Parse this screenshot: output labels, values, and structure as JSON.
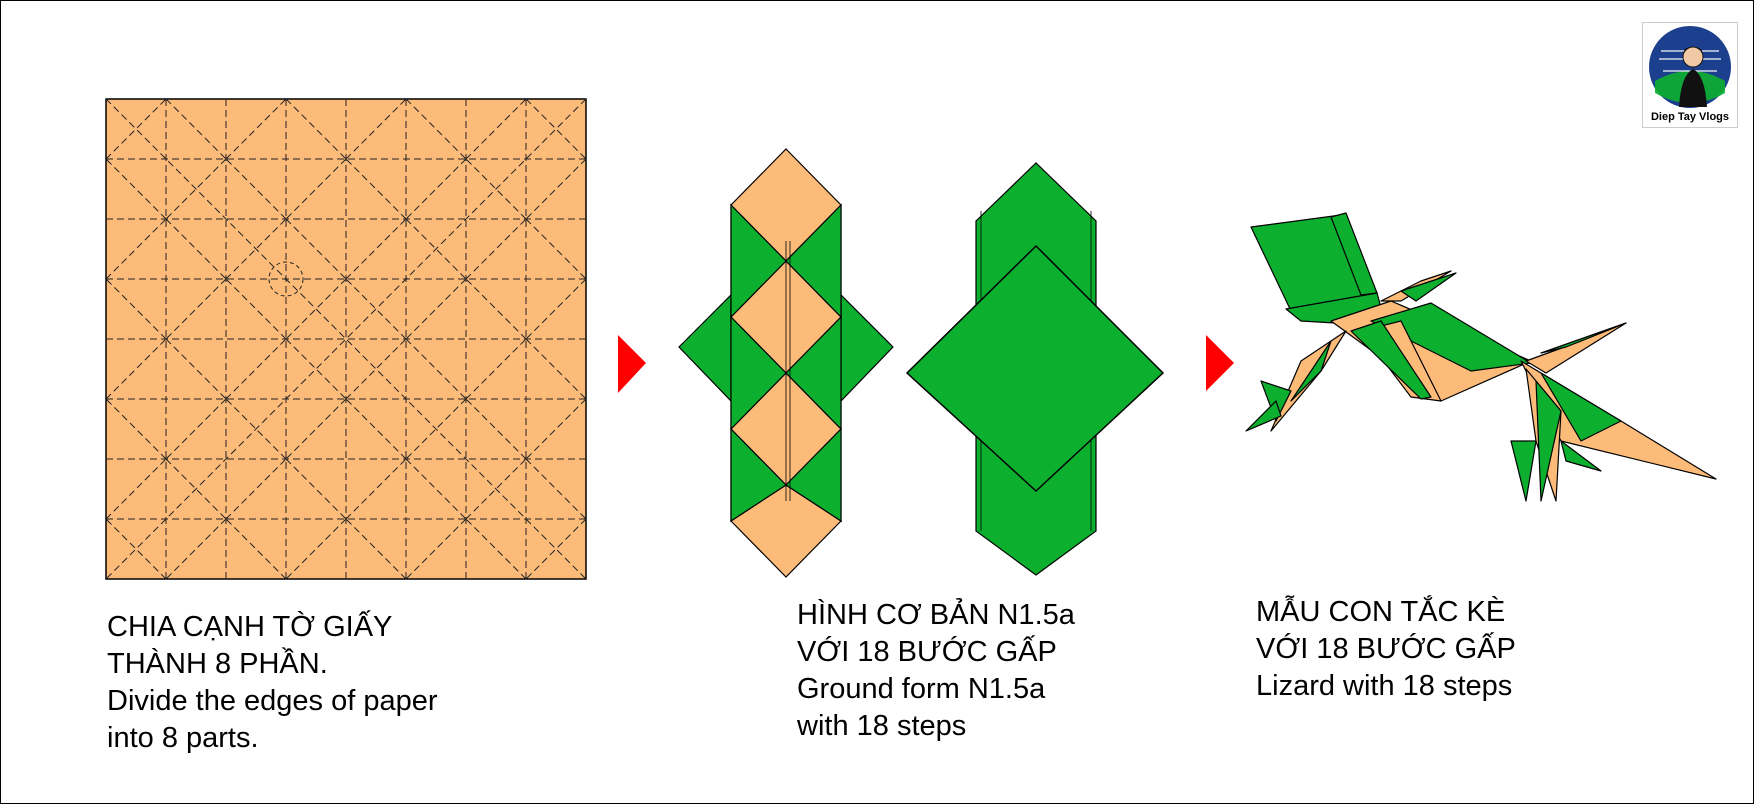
{
  "colors": {
    "paper_orange": "#FDBB7A",
    "paper_green": "#0DAF2F",
    "arrow_red": "#FF0000",
    "logo_blue": "#1C3F8E"
  },
  "step1": {
    "line1": "CHIA CẠNH TỜ GIẤY",
    "line2": "THÀNH 8 PHẦN.",
    "line3": "Divide the edges of paper",
    "line4": "into 8 parts."
  },
  "step2": {
    "line1": "HÌNH CƠ BẢN N1.5a",
    "line2": "VỚI 18 BƯỚC GẤP",
    "line3": "Ground form N1.5a",
    "line4": "with 18 steps"
  },
  "step3": {
    "line1": "MẪU CON TẮC KÈ",
    "line2": "VỚI 18 BƯỚC GẤP",
    "line3": "Lizard with 18 steps"
  },
  "logo": {
    "name": "Diep Tay Vlogs",
    "icon": "portrait-logo-icon"
  },
  "arrows": [
    "right-arrow-icon",
    "right-arrow-icon"
  ]
}
